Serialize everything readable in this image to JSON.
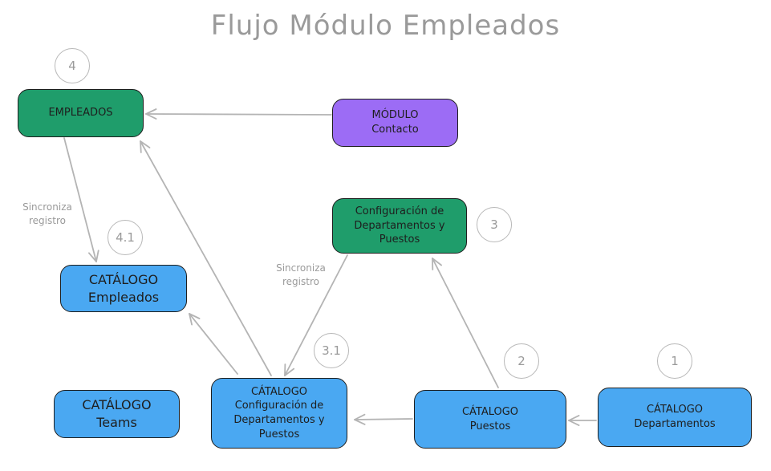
{
  "title": "Flujo Módulo Empleados",
  "colors": {
    "green": "#1f9d6b",
    "purple": "#9c6cf5",
    "blue": "#4aa8f2",
    "stroke": "#1e1e1e",
    "arrow": "#b4b4b4",
    "muted": "#9a9a9a"
  },
  "nodes": {
    "empleados": "EMPLEADOS",
    "modulo_contacto": "MÓDULO\nContacto",
    "config_dept_puestos": "Configuración de\nDepartamentos y\nPuestos",
    "catalogo_empleados": "CATÁLOGO\nEmpleados",
    "catalogo_config": "CÁTALOGO\nConfiguración de\nDepartamentos y\nPuestos",
    "catalogo_teams": "CATÁLOGO\nTeams",
    "catalogo_puestos": "CÁTALOGO\nPuestos",
    "catalogo_departamentos": "CÁTALOGO\nDepartamentos"
  },
  "badges": {
    "b4": "4",
    "b41": "4.1",
    "b3": "3",
    "b31": "3.1",
    "b2": "2",
    "b1": "1"
  },
  "notes": {
    "sync_left": "Sincroniza\nregistro",
    "sync_mid": "Sincroniza\nregistro"
  }
}
